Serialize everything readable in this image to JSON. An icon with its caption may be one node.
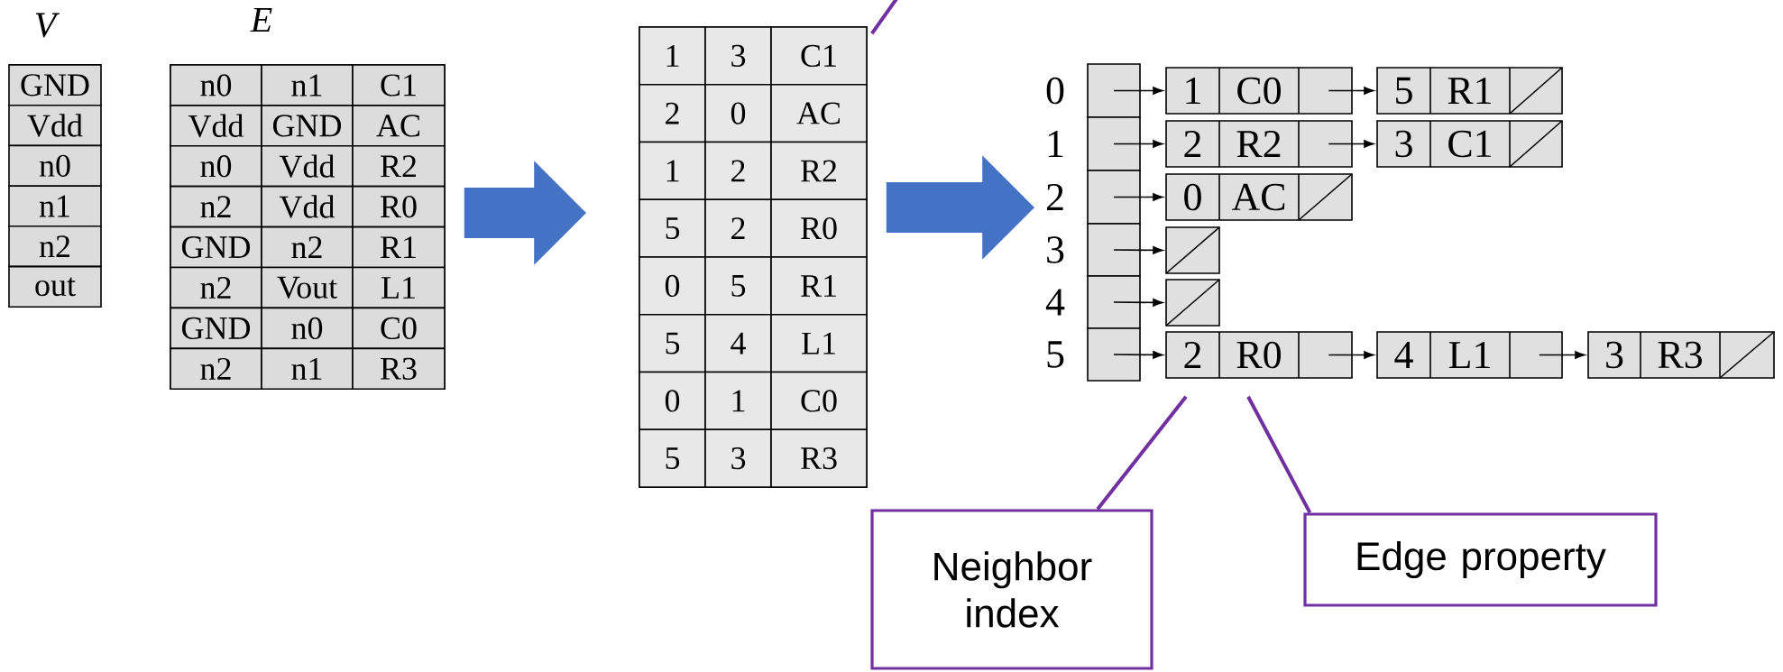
{
  "diagram": {
    "nodes": [
      {
        "text": [],
        "shape": "table"
      },
      {
        "text": [],
        "shape": "table"
      },
      {
        "text": [],
        "shape": "box"
      },
      {
        "text": [],
        "shape": "box"
      },
      {
        "text": [],
        "shape": "box"
      },
      {
        "text": [],
        "shape": "box"
      },
      {
        "text": [],
        "shape": "box"
      },
      {
        "text": [],
        "shape": "box"
      },
      {
        "text": [
          "1",
          "C0"
        ]
      },
      {
        "text": [
          "5",
          "R1"
        ]
      },
      {
        "text": [
          "2",
          "R2"
        ]
      },
      {
        "text": [
          "3",
          "C1"
        ]
      },
      {
        "text": [
          "0",
          "AC"
        ]
      },
      {
        "text": [],
        "shape": "box"
      },
      {
        "text": [],
        "shape": "box"
      },
      {
        "text": [
          "2",
          "R0"
        ]
      },
      {
        "text": [
          "4",
          "L1"
        ]
      },
      {
        "text": [
          "3",
          "R3"
        ]
      },
      {
        "text": [
          "Neighbor index"
        ]
      },
      {
        "text": [
          "Edge property"
        ]
      }
    ],
    "edges": [
      {
        "from": 0,
        "to": 1,
        "arrow": "to",
        "style": "thick",
        "color": "#4472c4"
      },
      {
        "from": 1,
        "to": 4,
        "arrow": "to",
        "style": "thick",
        "color": "#4472c4"
      },
      {
        "from": 2,
        "to": 8,
        "arrow": "to"
      },
      {
        "from": 8,
        "to": 9,
        "arrow": "to"
      },
      {
        "from": 3,
        "to": 10,
        "arrow": "to"
      },
      {
        "from": 10,
        "to": 11,
        "arrow": "to"
      },
      {
        "from": 4,
        "to": 12,
        "arrow": "to"
      },
      {
        "from": 5,
        "to": 13,
        "arrow": "to"
      },
      {
        "from": 6,
        "to": 14,
        "arrow": "to"
      },
      {
        "from": 7,
        "to": 15,
        "arrow": "to"
      },
      {
        "from": 15,
        "to": 16,
        "arrow": "to"
      },
      {
        "from": 16,
        "to": 17,
        "arrow": "to"
      },
      {
        "from": 18,
        "to": 15,
        "arrow": "none",
        "color": "#7030a0"
      },
      {
        "from": 19,
        "to": 15,
        "arrow": "none",
        "color": "#7030a0"
      },
      {
        "from": null,
        "to": 1,
        "arrow": "none",
        "color": "#7030a0"
      }
    ],
    "labels": [
      "V",
      "E",
      "GND",
      "Vdd",
      "n0",
      "n1",
      "n2",
      "out",
      "n0",
      "n1",
      "C1",
      "Vdd",
      "GND",
      "AC",
      "n0",
      "Vdd",
      "R2",
      "n2",
      "Vdd",
      "R0",
      "GND",
      "n2",
      "R1",
      "n2",
      "Vout",
      "L1",
      "GND",
      "n0",
      "C0",
      "n2",
      "n1",
      "R3",
      "1",
      "3",
      "C1",
      "2",
      "0",
      "AC",
      "1",
      "2",
      "R2",
      "5",
      "2",
      "R0",
      "0",
      "5",
      "R1",
      "5",
      "4",
      "L1",
      "0",
      "1",
      "C0",
      "5",
      "3",
      "R3",
      "0",
      "1",
      "2",
      "3",
      "4",
      "5"
    ]
  }
}
